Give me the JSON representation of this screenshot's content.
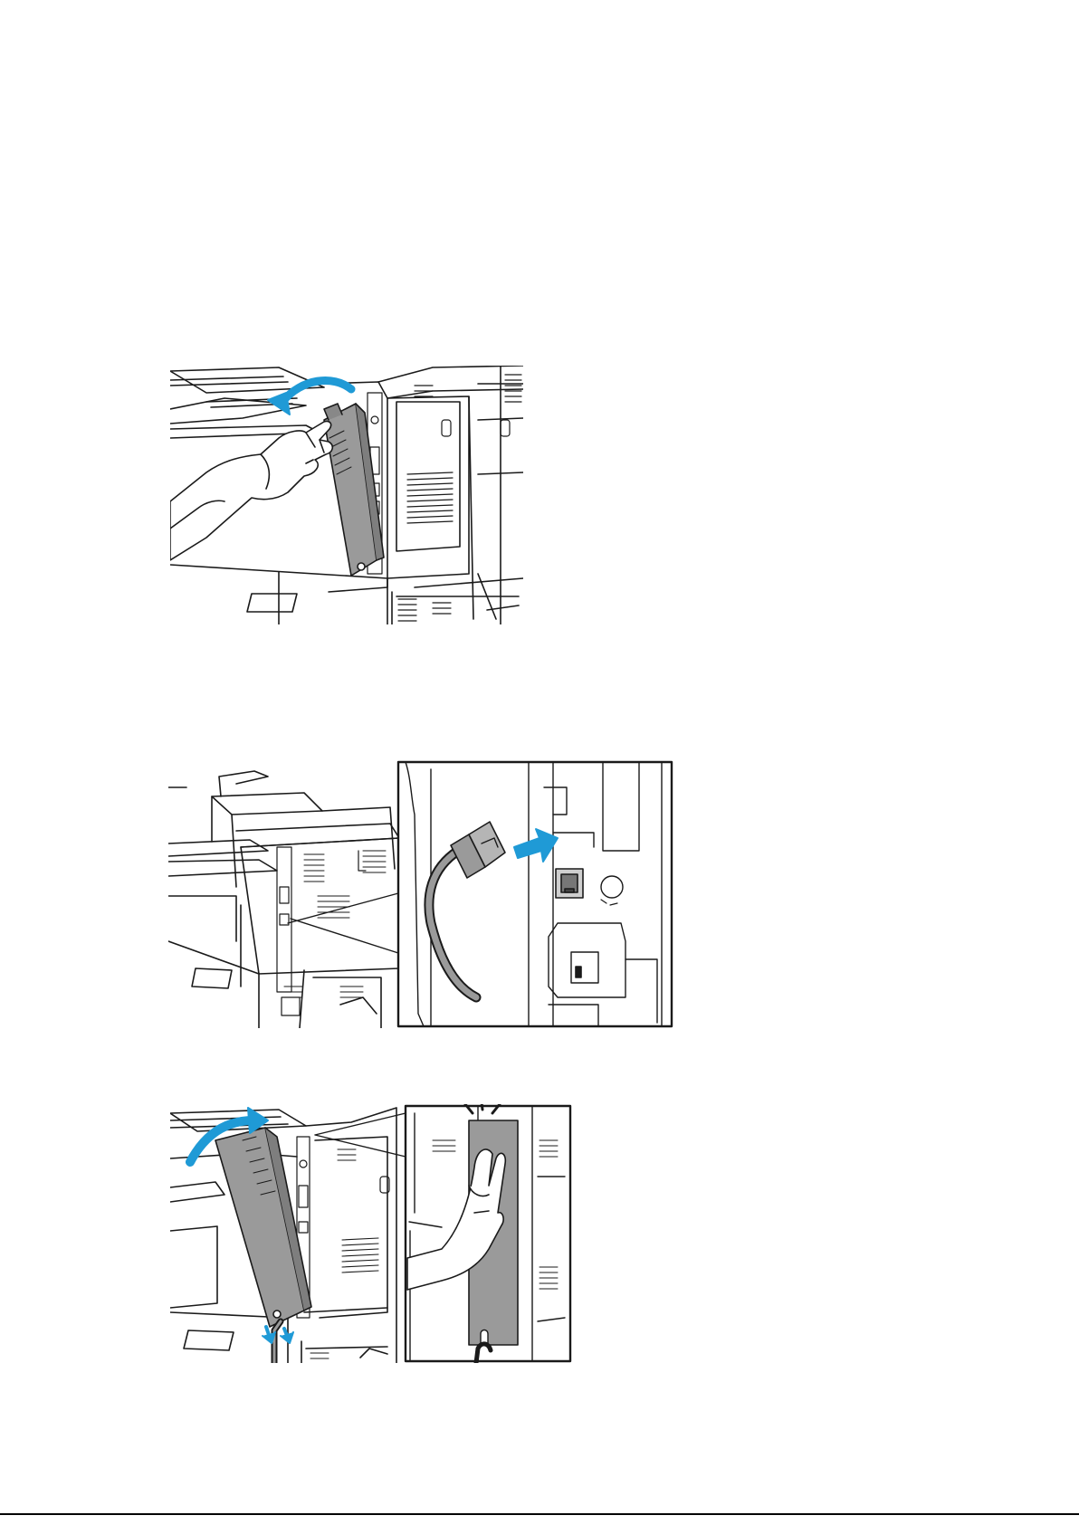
{
  "page": {
    "accent_color": "#1f9ad6",
    "panel_color": "#9a9a9a",
    "line_color": "#1a1a1a"
  },
  "figures": [
    {
      "id": "step-open-cover",
      "arrow_icon": "curved-arrow-icon"
    },
    {
      "id": "step-connect-cable",
      "arrow_icon": "insert-arrow-icon"
    },
    {
      "id": "step-close-cover",
      "arrow_icon": "curved-arrow-icon"
    }
  ]
}
